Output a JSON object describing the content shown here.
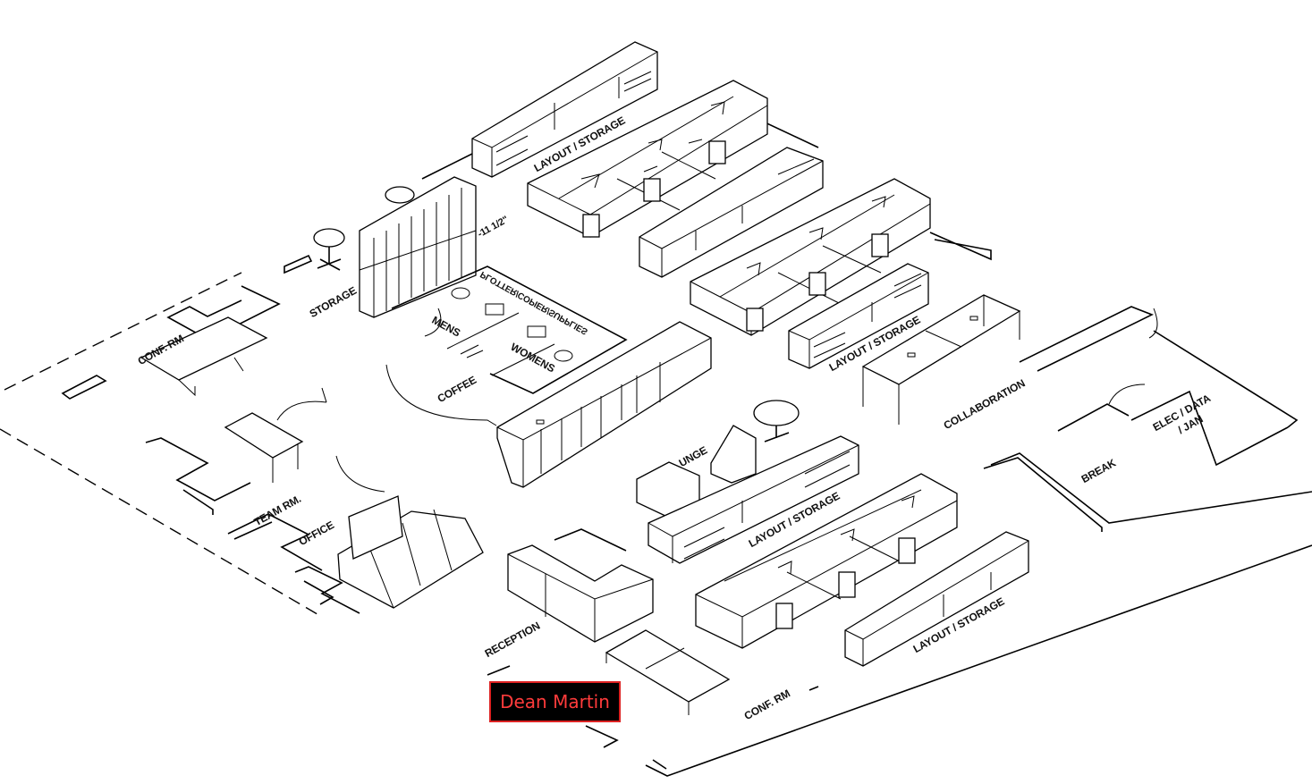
{
  "labels": {
    "layout_storage_1": "LAYOUT / STORAGE",
    "layout_storage_2": "LAYOUT / STORAGE",
    "layout_storage_3": "LAYOUT / STORAGE",
    "layout_storage_4": "LAYOUT / STORAGE",
    "dimension": "-11 1/2\"",
    "plotter": "PLOTTER/COPIER/SUPPLIES",
    "storage": "STORAGE",
    "mens": "MENS",
    "womens": "WOMENS",
    "coffee": "COFFEE",
    "conf_rm_top": "CONF. RM",
    "conf_rm_bottom": "CONF. RM",
    "team_rm": "TEAM RM.",
    "office": "OFFICE",
    "lounge": "UNGE",
    "collaboration": "COLLABORATION",
    "break": "BREAK",
    "elec_data_1": "ELEC / DATA",
    "elec_data_2": "/ JAN",
    "reception": "RECEPTION"
  },
  "tooltip": {
    "name": "Dean Martin"
  }
}
